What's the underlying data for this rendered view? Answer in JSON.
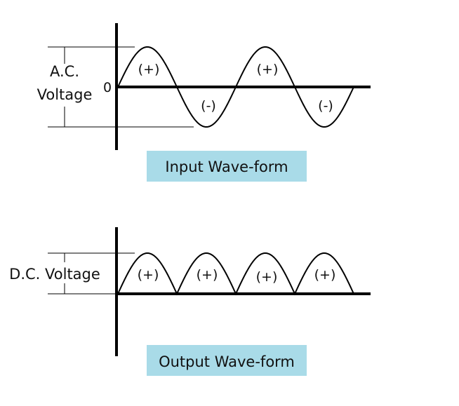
{
  "colors": {
    "caption_bg": "#a9dbe8",
    "stroke": "#000000",
    "text": "#111111"
  },
  "input": {
    "voltage_label_line1": "A.C.",
    "voltage_label_line2": "Voltage",
    "zero_label": "0",
    "half_labels": [
      "(+)",
      "(-)",
      "(+)",
      "(-)"
    ],
    "caption": "Input Wave-form"
  },
  "output": {
    "voltage_label": "D.C. Voltage",
    "half_labels": [
      "(+)",
      "(+)",
      "(+)",
      "(+)"
    ],
    "caption": "Output Wave-form"
  }
}
